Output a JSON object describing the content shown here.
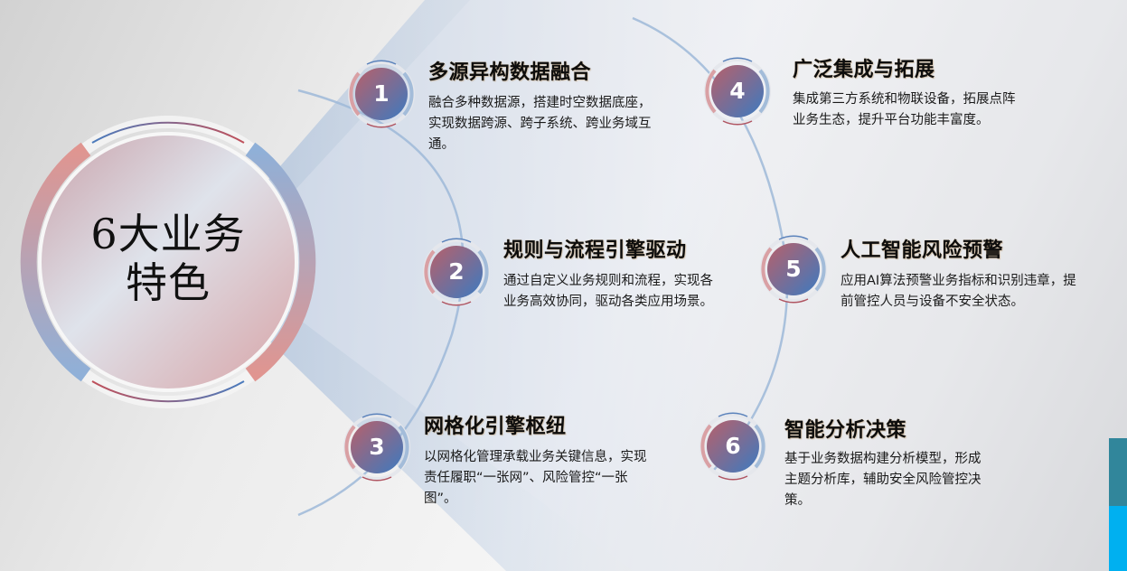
{
  "hub": {
    "line1": "6大业务",
    "line2": "特色"
  },
  "colors": {
    "accent_red": "#d98a8a",
    "accent_blue": "#8fb0d6",
    "badge_red": "#b05a6a",
    "badge_blue": "#3f78bd",
    "side_bar_teal": "#31869b",
    "side_bar_cyan": "#00b0f0"
  },
  "features": [
    {
      "number": "1",
      "title": "多源异构数据融合",
      "desc_lines": [
        "融合多种数据源，搭建时空数据底座，",
        "实现数据跨源、跨子系统、跨业务域互",
        "通。"
      ]
    },
    {
      "number": "2",
      "title": "规则与流程引擎驱动",
      "desc_lines": [
        "通过自定义业务规则和流程，实现各",
        "业务高效协同，驱动各类应用场景。"
      ]
    },
    {
      "number": "3",
      "title": "网格化引擎枢纽",
      "desc_lines": [
        "以网格化管理承载业务关键信息，实现",
        "责任履职“一张网”、风险管控“一张",
        "图”。"
      ]
    },
    {
      "number": "4",
      "title": "广泛集成与拓展",
      "desc_lines": [
        "集成第三方系统和物联设备，拓展点阵",
        "业务生态，提升平台功能丰富度。"
      ]
    },
    {
      "number": "5",
      "title": "人工智能风险预警",
      "desc_lines": [
        "应用AI算法预警业务指标和识别违章，提",
        "前管控人员与设备不安全状态。"
      ]
    },
    {
      "number": "6",
      "title": "智能分析决策",
      "desc_lines": [
        "基于业务数据构建分析模型，形成",
        "主题分析库，辅助安全风险管控决",
        "策。"
      ]
    }
  ]
}
